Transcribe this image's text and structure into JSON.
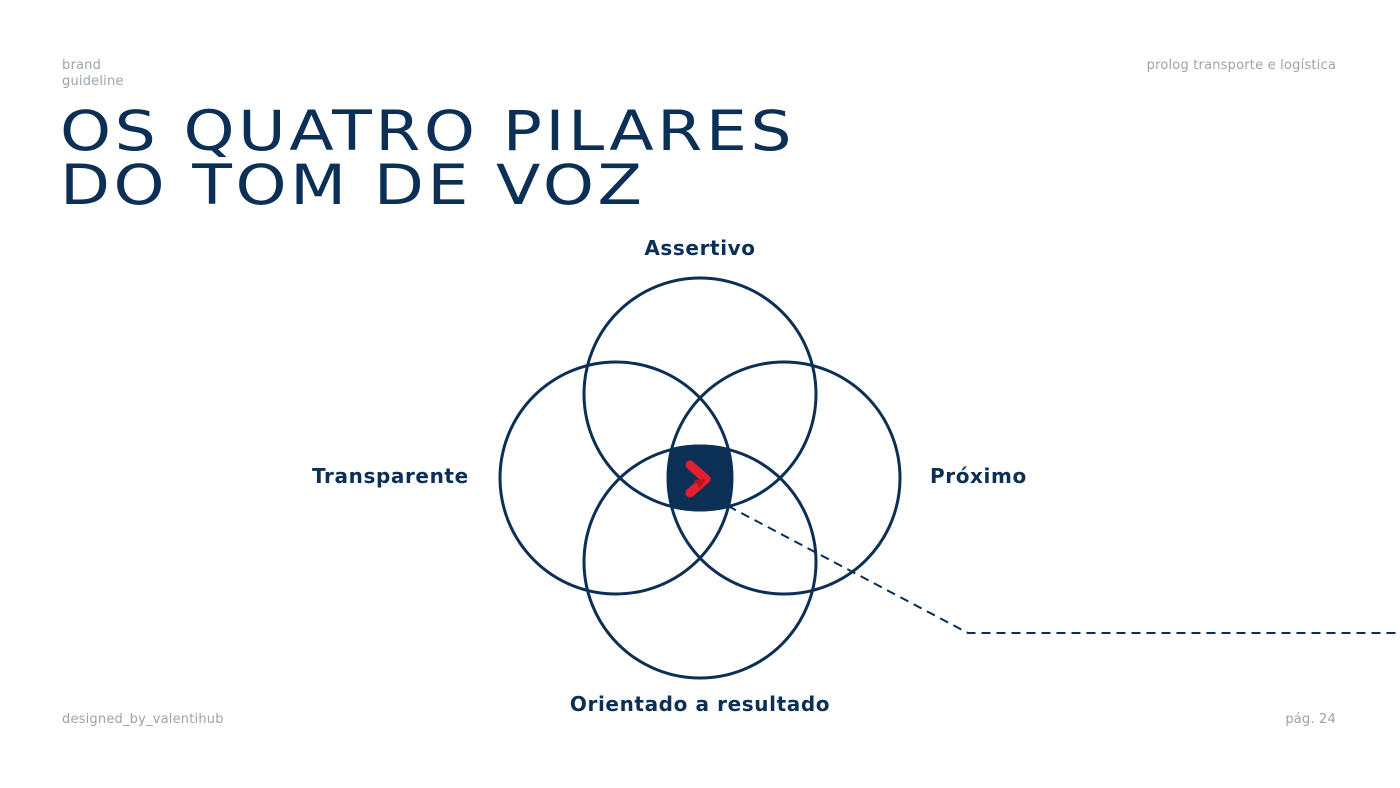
{
  "header": {
    "brand_line1": "brand",
    "brand_line2": "guideline",
    "company": "prolog transporte e logística"
  },
  "title": {
    "line1": "OS QUATRO PILARES",
    "line2": "DO TOM DE VOZ"
  },
  "diagram": {
    "pillars": {
      "top": "Assertivo",
      "left": "Transparente",
      "right": "Próximo",
      "bottom": "Orientado a resultado"
    },
    "center_icon": "prolog-logo-icon",
    "colors": {
      "primary": "#0b2f55",
      "accent": "#e5202e"
    }
  },
  "footer": {
    "credit": "designed_by_valentihub",
    "page": "pág. 24"
  }
}
